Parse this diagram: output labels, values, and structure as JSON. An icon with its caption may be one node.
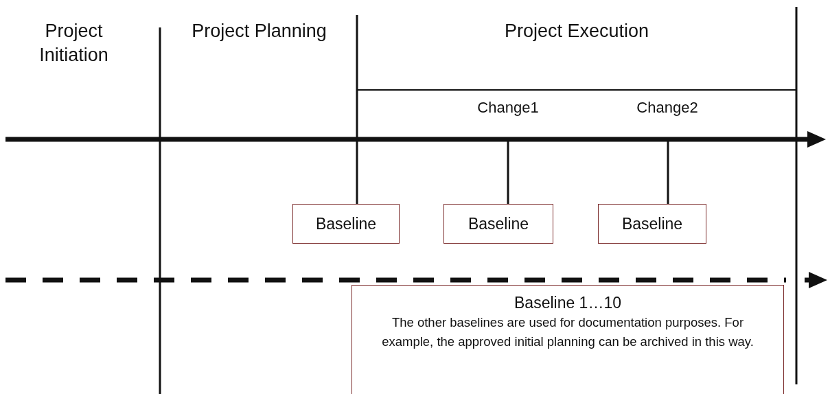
{
  "diagram": {
    "nodes": [
      {
        "text": [
          "Baseline"
        ]
      },
      {
        "text": [
          "Baseline"
        ]
      },
      {
        "text": [
          "Baseline"
        ]
      },
      {
        "text": [
          "Baseline 1…10",
          "The other baselines are used for documentation purposes. For example, the approved initial planning can be archived in this way."
        ]
      }
    ],
    "edges": [
      {
        "from": null,
        "to": 0,
        "arrow": "none"
      },
      {
        "from": null,
        "to": 1,
        "arrow": "none"
      },
      {
        "from": null,
        "to": 2,
        "arrow": "none"
      }
    ],
    "labels": [
      "Project Initiation",
      "Project Planning",
      "Project Execution",
      "Change1",
      "Change2"
    ]
  }
}
